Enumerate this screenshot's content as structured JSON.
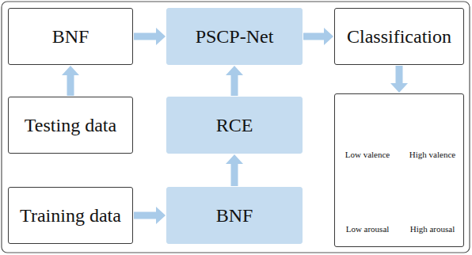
{
  "diagram": {
    "nodes": [
      {
        "text": [
          "BNF"
        ]
      },
      {
        "text": [
          "PSCP-Net"
        ]
      },
      {
        "text": [
          "Classification"
        ]
      },
      {
        "text": [
          "Testing data"
        ]
      },
      {
        "text": [
          "RCE"
        ]
      },
      {
        "text": [
          "Low valence",
          "High valence",
          "Low arousal",
          "High arousal"
        ]
      },
      {
        "text": [
          "Training data"
        ]
      },
      {
        "text": [
          "BNF"
        ]
      }
    ],
    "edges": [
      {
        "from": 0,
        "to": 1,
        "arrow": "to"
      },
      {
        "from": 1,
        "to": 2,
        "arrow": "to"
      },
      {
        "from": 2,
        "to": 5,
        "arrow": "to"
      },
      {
        "from": 3,
        "to": 0,
        "arrow": "to"
      },
      {
        "from": 4,
        "to": 1,
        "arrow": "to"
      },
      {
        "from": 6,
        "to": 7,
        "arrow": "to"
      },
      {
        "from": 7,
        "to": 4,
        "arrow": "to"
      }
    ]
  }
}
